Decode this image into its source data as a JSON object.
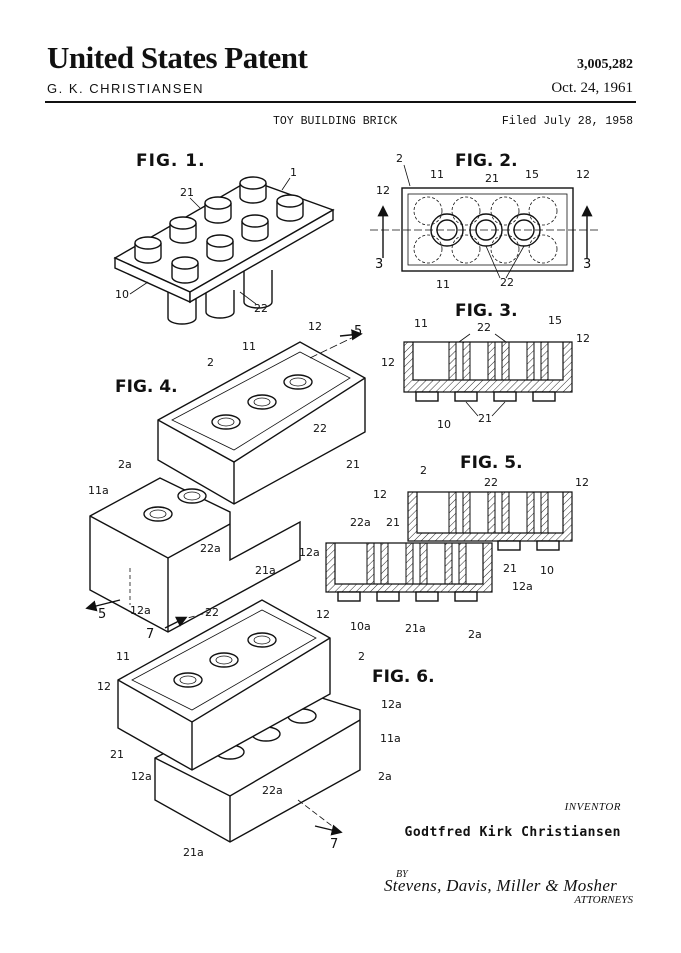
{
  "header": {
    "title": "United States Patent",
    "patent_number": "3,005,282",
    "inventor_caps": "G. K. CHRISTIANSEN",
    "date": "Oct. 24, 1961",
    "subject": "TOY BUILDING BRICK",
    "filed": "Filed July 28, 1958"
  },
  "figures": {
    "fig1": "FIG. 1.",
    "fig2": "FIG. 2.",
    "fig3": "FIG. 3.",
    "fig4": "FIG. 4.",
    "fig5": "FIG. 5.",
    "fig6": "FIG. 6."
  },
  "labels": {
    "n1": "1",
    "n2": "2",
    "n2a": "2a",
    "n3": "3",
    "n5": "5",
    "n7": "7",
    "n10": "10",
    "n10a": "10a",
    "n11": "11",
    "n11a": "11a",
    "n12": "12",
    "n12a": "12a",
    "n15": "15",
    "n21": "21",
    "n21a": "21a",
    "n22": "22",
    "n22a": "22a"
  },
  "footer": {
    "inventor_label": "INVENTOR",
    "inventor_name": "Godtfred Kirk Christiansen",
    "by": "BY",
    "signature": "Stevens, Davis, Miller & Mosher",
    "attorneys": "ATTORNEYS"
  }
}
